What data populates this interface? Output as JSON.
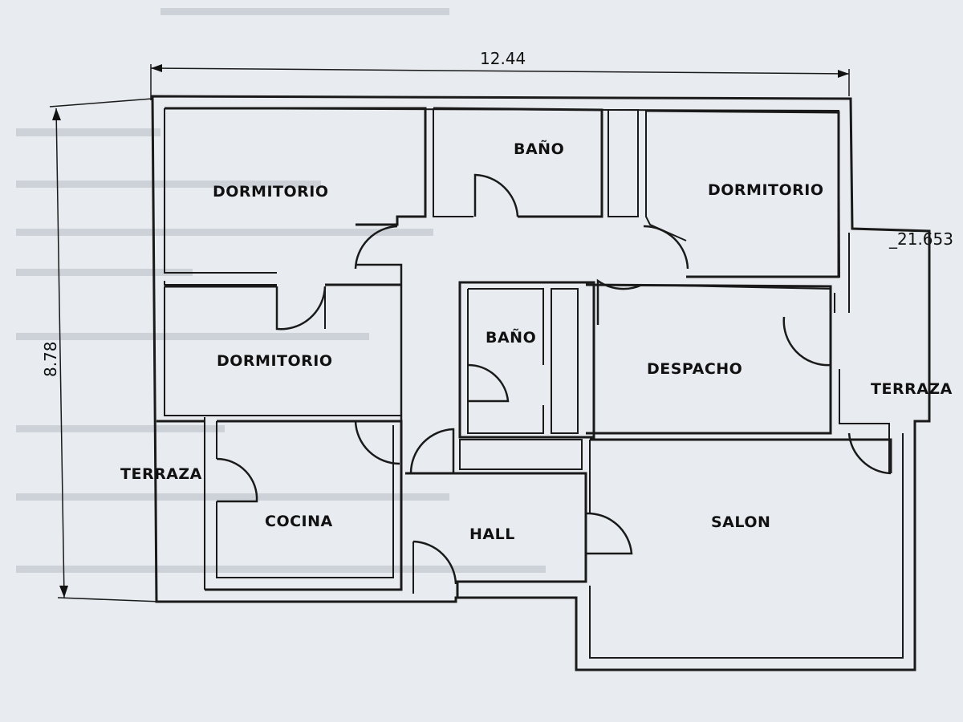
{
  "plan": {
    "dimensions": {
      "width": "12.44",
      "height": "8.78"
    },
    "margin_text": "_21.653",
    "rooms": {
      "dormitorio_top_left": "DORMITORIO",
      "bano_top": "BAÑO",
      "dormitorio_top_right": "DORMITORIO",
      "dormitorio_middle": "DORMITORIO",
      "bano_center": "BAÑO",
      "despacho": "DESPACHO",
      "terraza_right": "TERRAZA",
      "terraza_left": "TERRAZA",
      "cocina": "COCINA",
      "hall": "HALL",
      "salon": "SALON"
    }
  }
}
